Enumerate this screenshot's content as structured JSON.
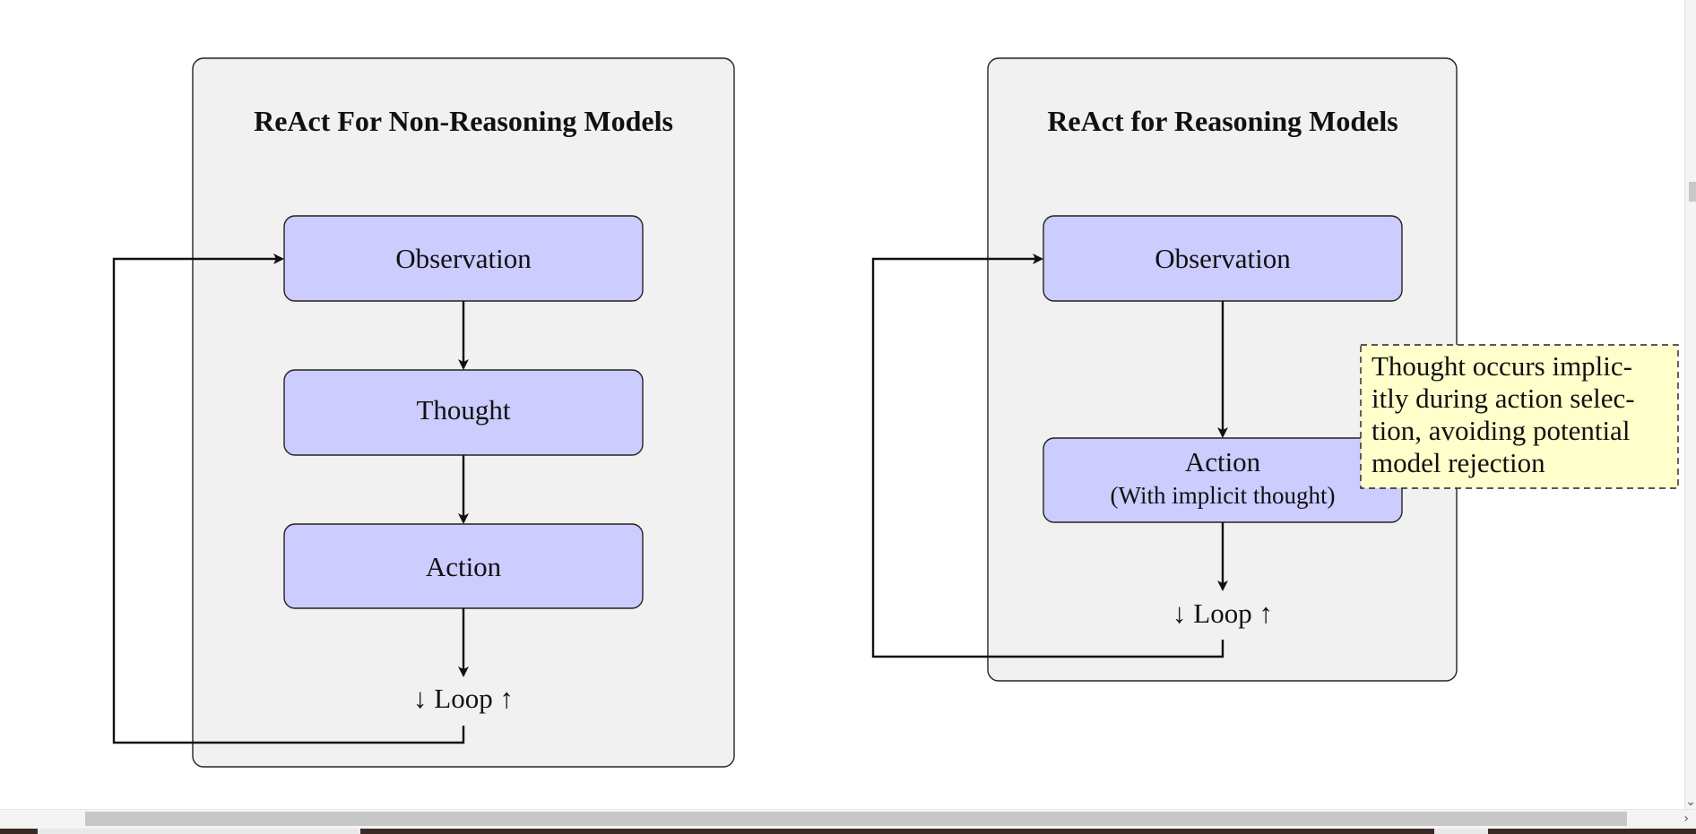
{
  "left_panel": {
    "title": "ReAct For Non-Reasoning Models",
    "boxes": [
      "Observation",
      "Thought",
      "Action"
    ],
    "loop_label": "↓ Loop ↑"
  },
  "right_panel": {
    "title": "ReAct for Reasoning Models",
    "observation": "Observation",
    "action": "Action",
    "action_sub": "(With implicit thought)",
    "loop_label": "↓ Loop ↑",
    "note_lines": [
      "Thought occurs implic-",
      "itly during action selec-",
      "tion, avoiding potential",
      "model rejection"
    ]
  },
  "colors": {
    "panel_fill": "#f1f1f1",
    "box_fill": "#ccccff",
    "note_fill": "#ffffcc",
    "line": "#111111"
  },
  "icons": {
    "scroll_right": "chevron-right-icon",
    "scroll_down": "chevron-down-icon"
  }
}
